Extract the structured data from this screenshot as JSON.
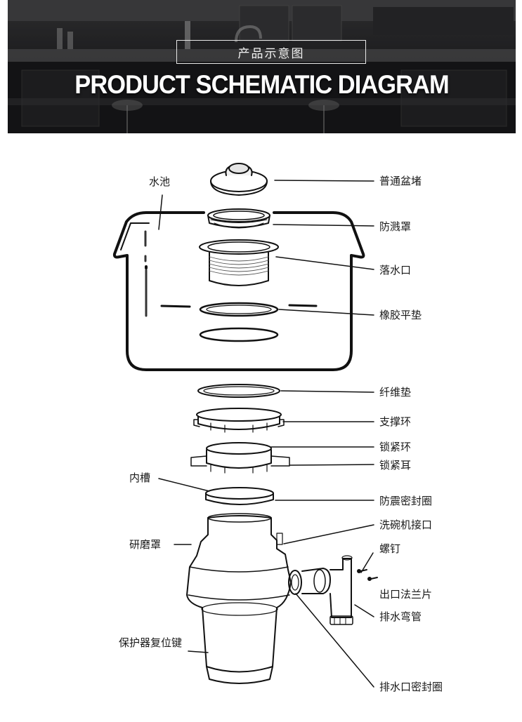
{
  "header": {
    "subtitle": "产品示意图",
    "title": "PRODUCT SCHEMATIC DIAGRAM"
  },
  "labels": {
    "sink": "水池",
    "stopper": "普通盆堵",
    "splash_guard": "防溅罩",
    "drain_flange": "落水口",
    "rubber_gasket": "橡胶平垫",
    "fiber_gasket": "纤维垫",
    "support_ring": "支撑环",
    "lock_ring": "锁紧环",
    "lock_ear": "锁紧耳",
    "inner_tank": "内槽",
    "anti_shock_seal": "防震密封圈",
    "dishwasher_inlet": "洗碗机接口",
    "grinding_cover": "研磨罩",
    "screw": "螺钉",
    "outlet_flange": "出口法兰片",
    "drain_elbow": "排水弯管",
    "reset_button": "保护器复位键",
    "outlet_seal": "排水口密封圈"
  },
  "colors": {
    "banner_dark": "#222225",
    "line": "#111111",
    "text": "#1a1a1a"
  }
}
